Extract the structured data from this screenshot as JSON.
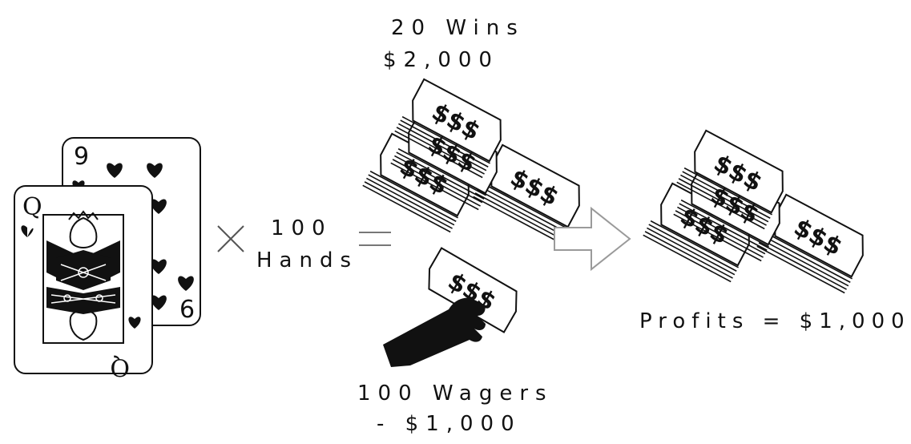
{
  "labels": {
    "wins": "20 Wins",
    "winnings": "$2,000",
    "multiplier": "100",
    "hands": "Hands",
    "wagers": "100 Wagers",
    "wager_amount": "- $1,000",
    "profits": "Profits = $1,000"
  },
  "cards": {
    "back_rank": "9",
    "back_rank_bottom": "6",
    "front_rank": "Q",
    "front_rank_bottom": "Q"
  },
  "money": {
    "symbol": "$$$"
  },
  "colors": {
    "ink": "#111111",
    "paper": "#ffffff",
    "arrow": "#9a9a9a"
  },
  "icons": [
    "playing-card-icon",
    "multiply-icon",
    "equals-icon",
    "money-stack-icon",
    "hand-with-cash-icon",
    "arrow-right-icon"
  ]
}
